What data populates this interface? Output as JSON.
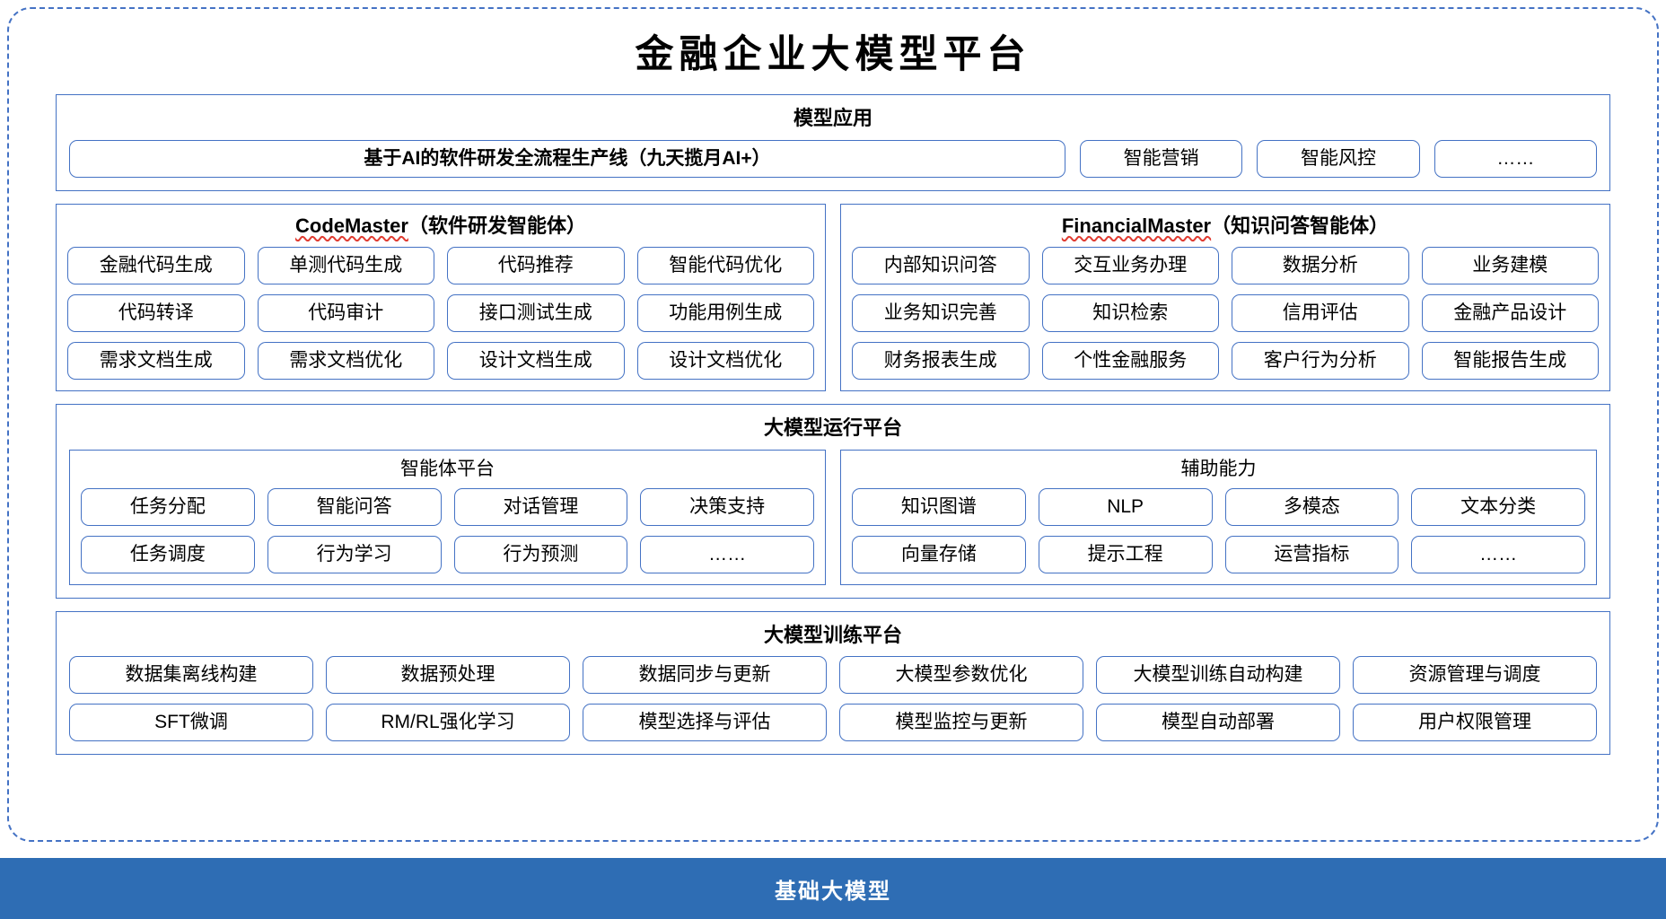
{
  "page": {
    "title": "金融企业大模型平台",
    "accent_border": "#4472c4",
    "base_bar_color": "#2e6db4",
    "spellcheck_underline_color": "#e03c31"
  },
  "model_application": {
    "title": "模型应用",
    "items": [
      "基于AI的软件研发全流程生产线（九天揽月AI+）",
      "智能营销",
      "智能风控",
      "……"
    ]
  },
  "agents": [
    {
      "name_en": "CodeMaster",
      "name_cn": "（软件研发智能体）",
      "items": [
        "金融代码生成",
        "单测代码生成",
        "代码推荐",
        "智能代码优化",
        "代码转译",
        "代码审计",
        "接口测试生成",
        "功能用例生成",
        "需求文档生成",
        "需求文档优化",
        "设计文档生成",
        "设计文档优化"
      ]
    },
    {
      "name_en": "FinancialMaster",
      "name_cn": "（知识问答智能体）",
      "items": [
        "内部知识问答",
        "交互业务办理",
        "数据分析",
        "业务建模",
        "业务知识完善",
        "知识检索",
        "信用评估",
        "金融产品设计",
        "财务报表生成",
        "个性金融服务",
        "客户行为分析",
        "智能报告生成"
      ]
    }
  ],
  "runtime_platform": {
    "title": "大模型运行平台",
    "subpanels": [
      {
        "title": "智能体平台",
        "items": [
          "任务分配",
          "智能问答",
          "对话管理",
          "决策支持",
          "任务调度",
          "行为学习",
          "行为预测",
          "……"
        ]
      },
      {
        "title": "辅助能力",
        "items": [
          "知识图谱",
          "NLP",
          "多模态",
          "文本分类",
          "向量存储",
          "提示工程",
          "运营指标",
          "……"
        ]
      }
    ]
  },
  "training_platform": {
    "title": "大模型训练平台",
    "items": [
      "数据集离线构建",
      "数据预处理",
      "数据同步与更新",
      "大模型参数优化",
      "大模型训练自动构建",
      "资源管理与调度",
      "SFT微调",
      "RM/RL强化学习",
      "模型选择与评估",
      "模型监控与更新",
      "模型自动部署",
      "用户权限管理"
    ]
  },
  "base_model": {
    "label": "基础大模型"
  }
}
